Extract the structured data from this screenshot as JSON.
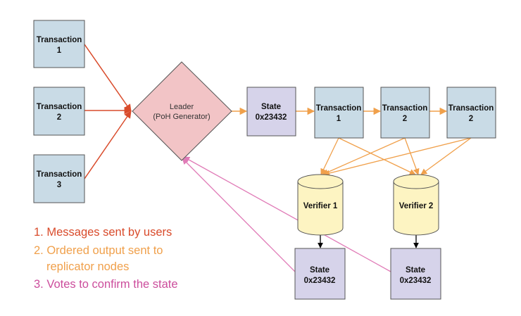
{
  "inputs": [
    {
      "line1": "Transaction",
      "line2": "1"
    },
    {
      "line1": "Transaction",
      "line2": "2"
    },
    {
      "line1": "Transaction",
      "line2": "3"
    }
  ],
  "leader": {
    "line1": "Leader",
    "line2": "(PoH Generator)"
  },
  "output_state": {
    "line1": "State",
    "line2": "0x23432"
  },
  "output_transactions": [
    {
      "line1": "Transaction",
      "line2": "1"
    },
    {
      "line1": "Transaction",
      "line2": "2"
    },
    {
      "line1": "Transaction",
      "line2": "2"
    }
  ],
  "verifiers": [
    {
      "label": "Verifier 1",
      "state": {
        "line1": "State",
        "line2": "0x23432"
      }
    },
    {
      "label": "Verifier 2",
      "state": {
        "line1": "State",
        "line2": "0x23432"
      }
    }
  ],
  "legend": [
    {
      "text": "1. Messages sent by users",
      "color": "#d94b2b"
    },
    {
      "text": "2. Ordered output sent to",
      "color": "#f0a04b"
    },
    {
      "text": "replicator nodes",
      "color": "#f0a04b"
    },
    {
      "text": "3. Votes to confirm the state",
      "color": "#cc4d9c"
    }
  ],
  "colors": {
    "transaction_fill": "#c9dbe6",
    "state_fill": "#d6d3ea",
    "leader_fill": "#f2c4c6",
    "verifier_fill": "#fdf4c2",
    "user_arrow": "#d94b2b",
    "output_arrow": "#f0a04b",
    "vote_arrow": "#e07bb7",
    "verifier_arrow": "#000000"
  }
}
